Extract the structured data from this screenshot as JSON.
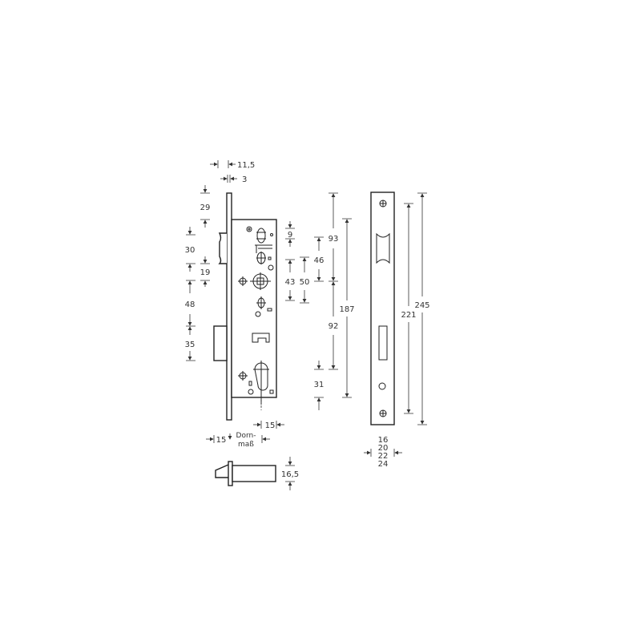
{
  "dimensions": {
    "backset_offset": "11,5",
    "faceplate_thickness": "3",
    "top_to_latch": "29",
    "latch_height": "30",
    "latch_to_follower": "19",
    "follower_to_bolt": "48",
    "bolt_height": "35",
    "top_to_spindle_offset": "9",
    "spindle_upper": "46",
    "spindle_43": "43",
    "spindle_50": "50",
    "upper_93": "93",
    "middle_92": "92",
    "body_height": "187",
    "bottom_31": "31",
    "strike_221": "221",
    "strike_245": "245",
    "cylinder_offset": "15",
    "faceplate_15": "15",
    "dornmass_line1": "Dorn-",
    "dornmass_line2": "maß",
    "strike_widths": [
      "16",
      "20",
      "22",
      "24"
    ],
    "bolt_height_bottom": "16,5"
  },
  "colors": {
    "line": "#222222",
    "background": "#ffffff"
  }
}
